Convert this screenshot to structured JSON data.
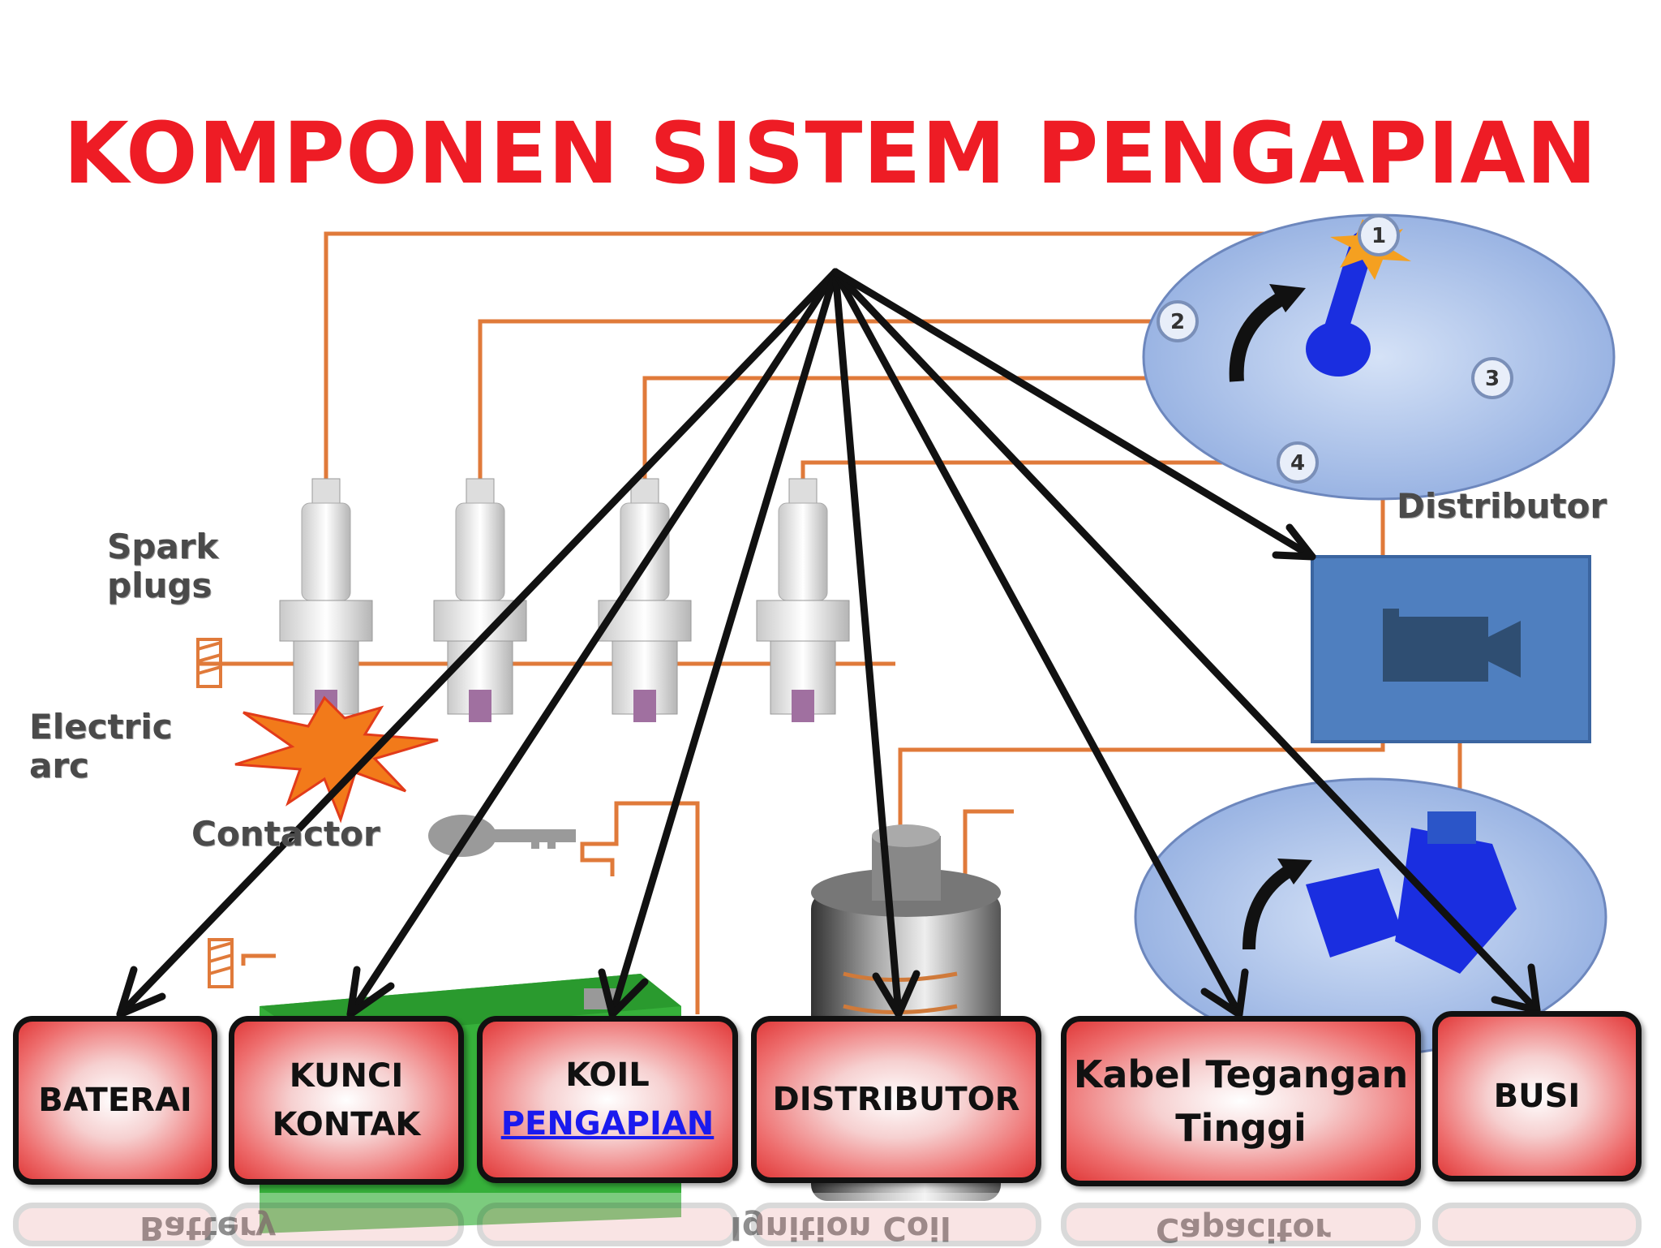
{
  "title": "KOMPONEN SISTEM PENGAPIAN",
  "diagram_labels": {
    "spark_plugs": "Spark\nplugs",
    "electric_arc": "Electric\narc",
    "contactor": "Contactor",
    "distributor": "Distributor",
    "terminals": [
      "1",
      "2",
      "3",
      "4"
    ]
  },
  "reflected_labels": {
    "battery": "Battery",
    "ignition_coil": "Ignition Coil",
    "capacitor": "Capacitor"
  },
  "boxes": {
    "baterai": "BATERAI",
    "kunci_line1": "KUNCI",
    "kunci_line2": "KONTAK",
    "koil_line1": "KOIL",
    "koil_link": "PENGAPIAN",
    "distributor": "DISTRIBUTOR",
    "kabel_line1": "Kabel Tegangan",
    "kabel_line2": "Tinggi",
    "busi": "BUSI"
  },
  "colors": {
    "title": "#ee1c25",
    "wire": "#e07a3a",
    "distributor_disc": "#b9cdf0",
    "rotor": "#1a2ee0",
    "placeholder_box": "#4f7fbf",
    "battery": "#2ea82e",
    "box_fill": "#e84a4a",
    "link": "#1a1aee"
  },
  "icons": [
    "video-camera-icon"
  ]
}
